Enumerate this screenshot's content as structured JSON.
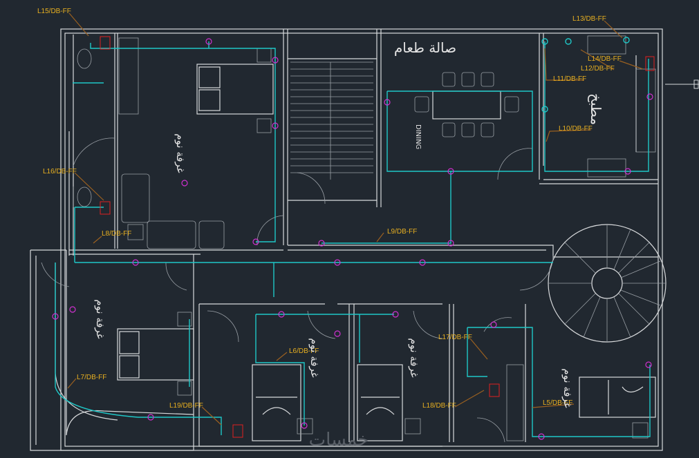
{
  "drawing": {
    "circuit_labels": [
      "L15/DB-FF",
      "L13/DB-FF",
      "L14/DB-FF",
      "L12/DB-FF",
      "L11/DB-FF",
      "L10/DB-FF",
      "L16/DB-FF",
      "L8/DB-FF",
      "L9/DB-FF",
      "L6/DB-FF",
      "L17/DB-FF",
      "L7/DB-FF",
      "L19/DB-FF",
      "L18/DB-FF",
      "L5/DB-FF"
    ],
    "rooms": {
      "dining_ar": "صالة طعام",
      "dining_en": "DINING",
      "kitchen": "مطبخ",
      "bedroom": "غرفة نوم"
    },
    "watermark": "خمسات",
    "colors": {
      "wall": "#d8dadc",
      "wiring": "#1fc8c8",
      "fixture": "#d030d0",
      "label": "#e8b020",
      "background": "#212830"
    }
  }
}
